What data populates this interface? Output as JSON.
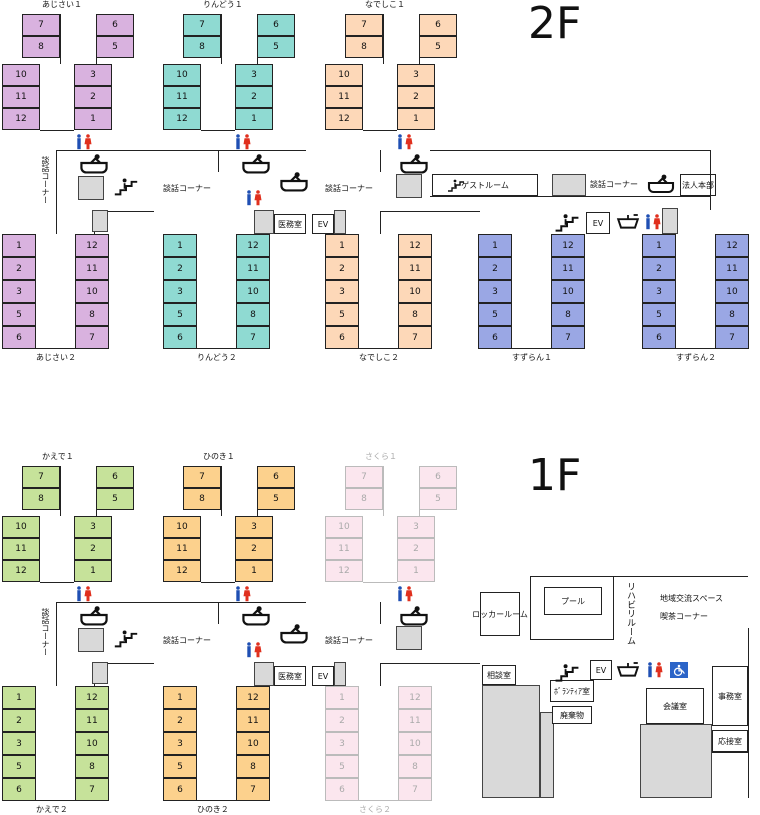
{
  "floors": [
    {
      "id": "2f",
      "label": "2F",
      "wings": [
        {
          "name": "あじさい１",
          "color": "#d9b2df",
          "faded": false
        },
        {
          "name": "りんどう１",
          "color": "#8fdad2",
          "faded": false
        },
        {
          "name": "なでしこ１",
          "color": "#fdd8b8",
          "faded": false
        }
      ],
      "lower_wings": [
        {
          "name": "あじさい２",
          "color": "#d9b2df",
          "faded": false
        },
        {
          "name": "りんどう２",
          "color": "#8fdad2",
          "faded": false
        },
        {
          "name": "なでしこ２",
          "color": "#fdd8b8",
          "faded": false
        },
        {
          "name": "すずらん１",
          "color": "#9aa7e4",
          "faded": false
        },
        {
          "name": "すずらん２",
          "color": "#9aa7e4",
          "faded": false
        }
      ],
      "labels": {
        "dangwa_vertical": "談話コーナー",
        "dangwa_1": "談話コーナー",
        "dangwa_2": "談話コーナー",
        "dangwa_3": "談話コーナー",
        "medical": "医務室",
        "ev_1": "EV",
        "ev_2": "EV",
        "guest_room": "ゲストルーム",
        "hq": "法人本部"
      }
    },
    {
      "id": "1f",
      "label": "1F",
      "wings": [
        {
          "name": "かえで１",
          "color": "#c6e29a",
          "faded": false
        },
        {
          "name": "ひのき１",
          "color": "#fcd18d",
          "faded": false
        },
        {
          "name": "さくら１",
          "color": "#fbe6ee",
          "faded": true
        }
      ],
      "lower_wings": [
        {
          "name": "かえで２",
          "color": "#c6e29a",
          "faded": false
        },
        {
          "name": "ひのき２",
          "color": "#fcd18d",
          "faded": false
        },
        {
          "name": "さくら２",
          "color": "#fbe6ee",
          "faded": true
        }
      ],
      "labels": {
        "dangwa_vertical": "談話コーナー",
        "dangwa_1": "談話コーナー",
        "dangwa_2": "談話コーナー",
        "medical": "医務室",
        "ev_1": "EV",
        "ev_2": "EV",
        "locker": "ロッカールーム",
        "pool": "プール",
        "rehab": "リハビリルーム",
        "community": "地域交流スペース",
        "cafe": "喫茶コーナー",
        "consult": "相談室",
        "volunteer": "ﾎﾞﾗﾝﾃｨｱ室",
        "waste": "廃棄物",
        "meeting": "会議室",
        "office": "事務室",
        "reception": "応接室"
      }
    }
  ],
  "upper_room_numbers": [
    "7",
    "8",
    "6",
    "5",
    "10",
    "11",
    "12",
    "3",
    "2",
    "1"
  ],
  "lower_room_numbers": [
    "1",
    "2",
    "3",
    "5",
    "6",
    "12",
    "11",
    "10",
    "8",
    "7"
  ],
  "colors": {
    "wall": "#222222",
    "gray": "#d9d9d9",
    "restroom_male": "#1f4fb3",
    "restroom_female": "#e0301e",
    "accessible": "#2b64c8"
  }
}
